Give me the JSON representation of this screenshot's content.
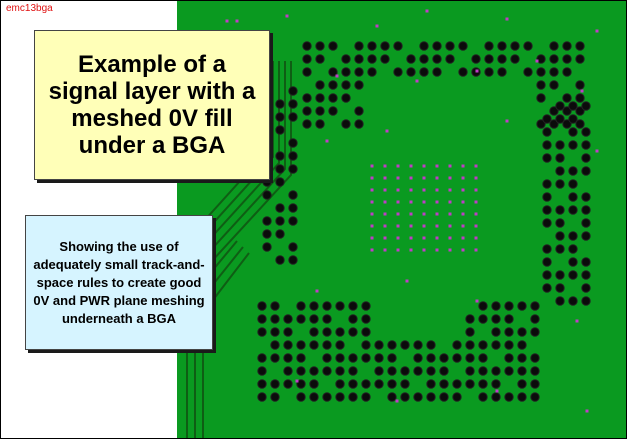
{
  "slide_tag": "emc13bga",
  "title": "Example of a signal layer with a meshed 0V fill under a BGA",
  "description": "Showing the use of adequately small track-and-space rules to create good 0V and PWR plane meshing underneath a BGA",
  "colors": {
    "board_fill": "#0a9a20",
    "pad": "#0b0b0b",
    "via_dot": "#c03cc8",
    "track": "#0f5e14",
    "title_bg": "#ffffb8",
    "desc_bg": "#d6f4ff",
    "tag_text": "#e01010"
  }
}
